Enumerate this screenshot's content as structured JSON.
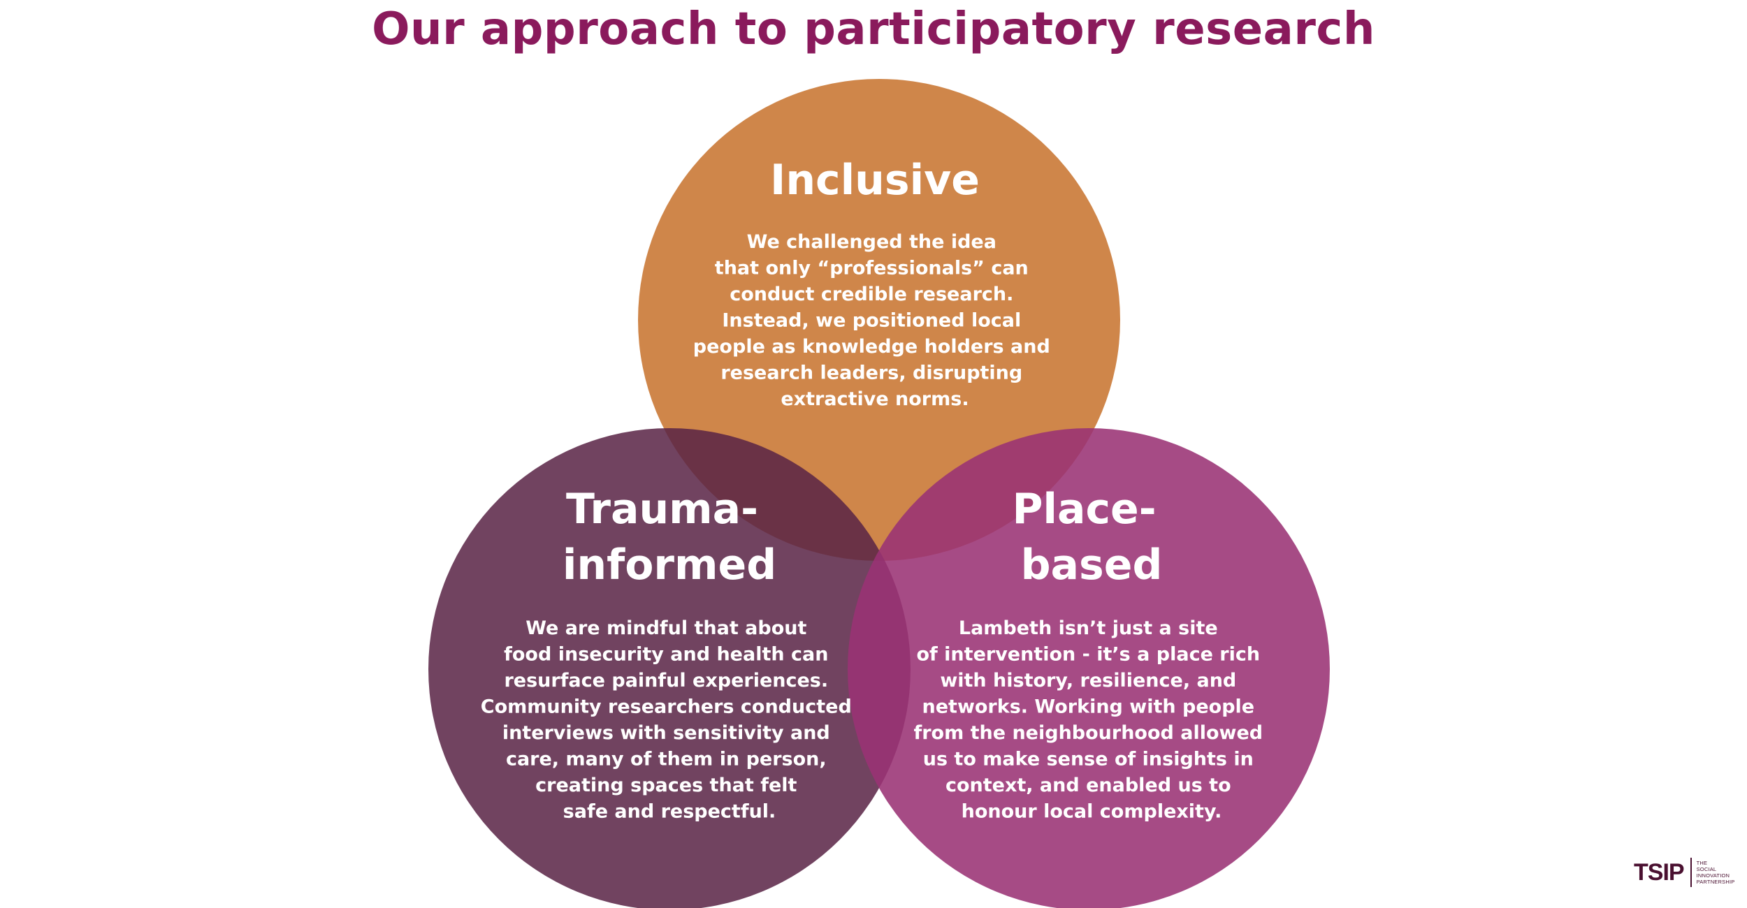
{
  "title": "Our approach to participatory research",
  "colors": {
    "title": "#8a1a5c",
    "inclusive": "#cd8244",
    "trauma_informed": "#5a2446",
    "place_based": "#9a3274",
    "text": "#ffffff",
    "logo": "#4a1030"
  },
  "circles": [
    {
      "id": "inclusive",
      "title_lines": [
        "Inclusive"
      ],
      "body_lines": [
        "We challenged the idea",
        "that only “professionals” can",
        "conduct credible research.",
        "Instead, we positioned local",
        "people as knowledge holders and",
        "research leaders, disrupting",
        "extractive norms."
      ]
    },
    {
      "id": "trauma-informed",
      "title_lines": [
        "Trauma-",
        "informed"
      ],
      "body_lines": [
        "We are mindful that about",
        "food insecurity and health can",
        "resurface painful experiences.",
        "Community researchers conducted",
        "interviews with sensitivity and",
        "care, many of them in person,",
        "creating spaces that felt",
        "safe and respectful."
      ]
    },
    {
      "id": "place-based",
      "title_lines": [
        "Place-",
        "based"
      ],
      "body_lines": [
        "Lambeth isn’t just a site",
        "of intervention - it’s a place rich",
        "with history, resilience, and",
        "networks. Working with people",
        "from the neighbourhood allowed",
        "us to make sense of insights in",
        "context, and enabled us to",
        "honour local complexity."
      ]
    }
  ],
  "logo": {
    "mark": "TSIP",
    "tagline": [
      "THE",
      "SOCIAL",
      "INNOVATION",
      "PARTNERSHIP"
    ]
  }
}
